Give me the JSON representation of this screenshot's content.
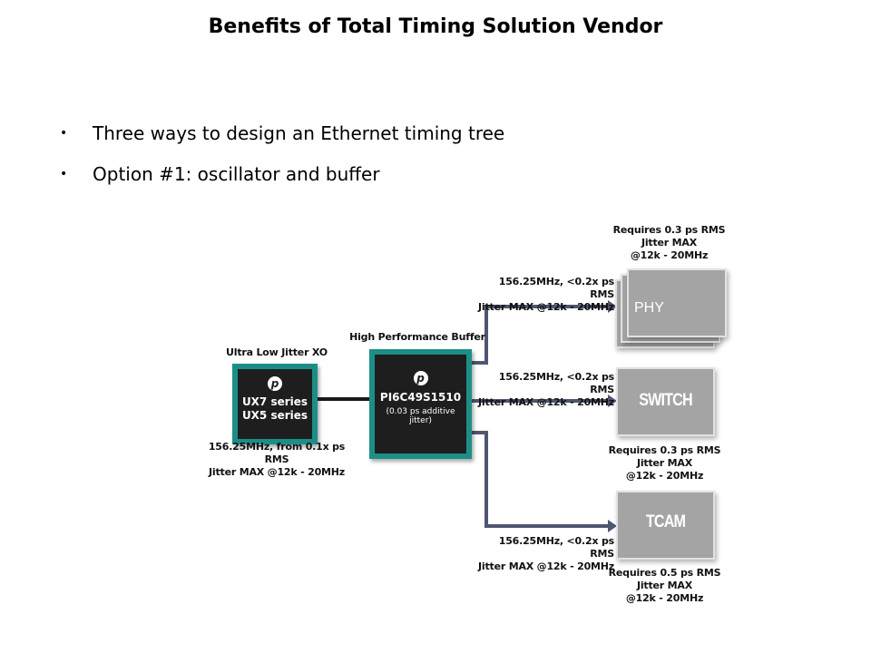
{
  "title": "Benefits of Total Timing Solution Vendor",
  "bullets": [
    "Three ways to design an Ethernet timing tree",
    "Option #1: oscillator and buffer"
  ],
  "diagram": {
    "xo": {
      "label": "Ultra Low Jitter XO",
      "line1": "UX7 series",
      "line2": "UX5 series",
      "caption1": "156.25MHz, from 0.1x ps RMS",
      "caption2": "Jitter MAX @12k - 20MHz"
    },
    "buffer": {
      "label": "High Performance Buffer",
      "part": "PI6C49S1510",
      "note": "(0.03 ps additive jitter)"
    },
    "branch_label1": "156.25MHz, <0.2x ps RMS",
    "branch_label2": "Jitter MAX @12k - 20MHz",
    "targets": [
      {
        "name": "PHY",
        "req1": "Requires 0.3 ps RMS",
        "req2": "Jitter MAX",
        "req3": "@12k - 20MHz"
      },
      {
        "name": "SWITCH",
        "req1": "Requires 0.3 ps RMS",
        "req2": "Jitter MAX",
        "req3": "@12k - 20MHz"
      },
      {
        "name": "TCAM",
        "req1": "Requires 0.5 ps RMS",
        "req2": "Jitter MAX",
        "req3": "@12k - 20MHz"
      }
    ],
    "colors": {
      "teal": "#1b8f87",
      "chip": "#1e1e1e",
      "box": "#a4a4a4",
      "line": "#4f5670"
    }
  }
}
